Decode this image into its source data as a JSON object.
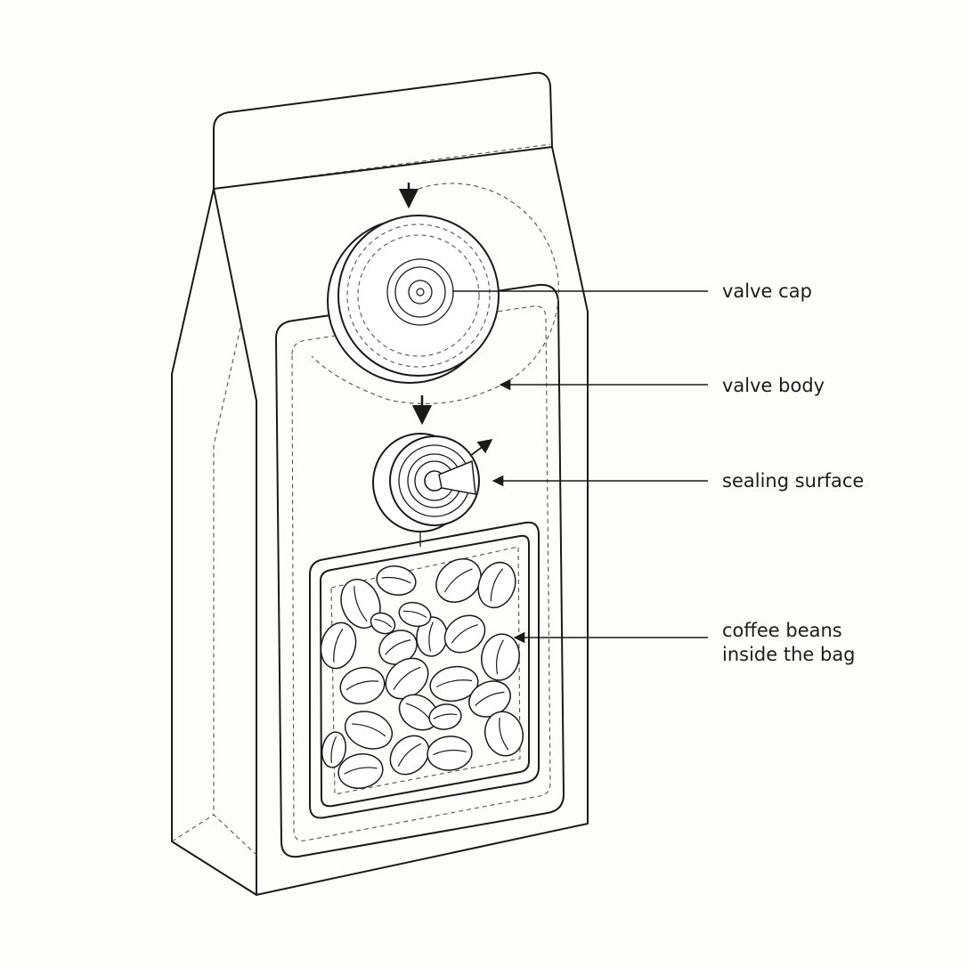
{
  "labels": {
    "valve_cap": "valve cap",
    "valve_body": "valve body",
    "sealing_surface": "sealing surface",
    "coffee_beans_line1": "coffee beans",
    "coffee_beans_line2": "inside the bag"
  },
  "colors": {
    "background": "#fdfdfa",
    "line": "#1a1a1a",
    "dashed": "#555555"
  }
}
